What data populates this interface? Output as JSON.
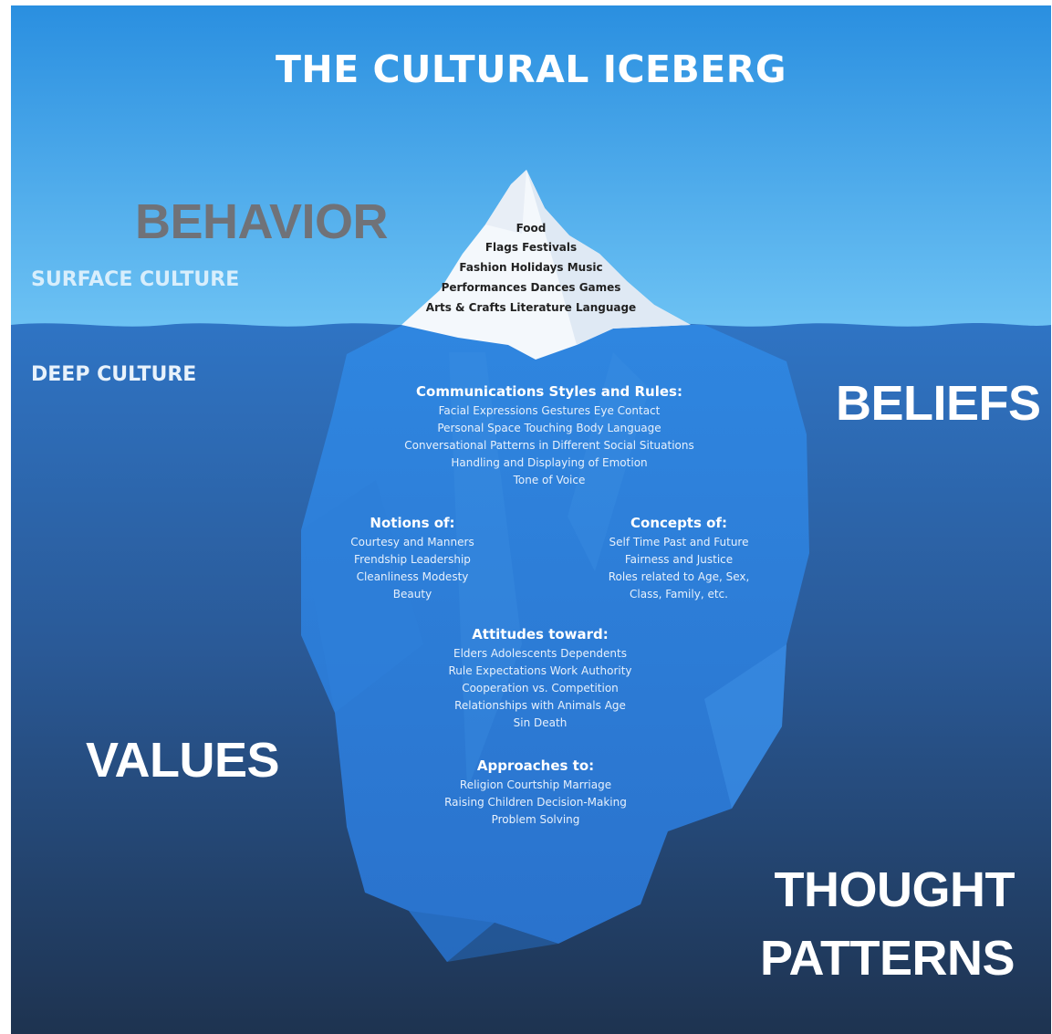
{
  "title": "THE CULTURAL ICEBERG",
  "labels": {
    "behavior": "BEHAVIOR",
    "surface_culture": "SURFACE CULTURE",
    "deep_culture": "DEEP CULTURE",
    "beliefs": "BELIEFS",
    "values": "VALUES",
    "thought_patterns_1": "THOUGHT",
    "thought_patterns_2": "PATTERNS"
  },
  "tip": [
    "Food",
    "Flags   Festivals",
    "Fashion   Holidays   Music",
    "Performances   Dances   Games",
    "Arts & Crafts   Literature   Language"
  ],
  "communication": {
    "heading": "Communications Styles and Rules:",
    "lines": [
      "Facial Expressions     Gestures     Eye Contact",
      "Personal Space     Touching     Body Language",
      "Conversational Patterns in Different Social Situations",
      "Handling and Displaying of Emotion",
      "Tone of Voice"
    ]
  },
  "notions": {
    "heading": "Notions of:",
    "lines": [
      "Courtesy and Manners",
      "Frendship   Leadership",
      "Cleanliness   Modesty",
      "Beauty"
    ]
  },
  "concepts": {
    "heading": "Concepts of:",
    "lines": [
      "Self   Time   Past and Future",
      "Fairness and Justice",
      "Roles related to Age, Sex,",
      "Class, Family, etc."
    ]
  },
  "attitudes": {
    "heading": "Attitudes toward:",
    "lines": [
      "Elders   Adolescents   Dependents",
      "Rule   Expectations   Work   Authority",
      "Cooperation vs. Competition",
      "Relationships with Animals   Age",
      "Sin   Death"
    ]
  },
  "approaches": {
    "heading": "Approaches to:",
    "lines": [
      "Religion   Courtship   Marriage",
      "Raising Children   Decision-Making",
      "Problem Solving"
    ]
  },
  "colors": {
    "sky_top": "#2a8fe0",
    "sky_bottom": "#6ec3f4",
    "sea_top": "#2f74c4",
    "sea_bottom": "#1e3350",
    "ice_tip": "#ffffff",
    "ice_body": "#2a79d3",
    "behavior": "#707278"
  }
}
